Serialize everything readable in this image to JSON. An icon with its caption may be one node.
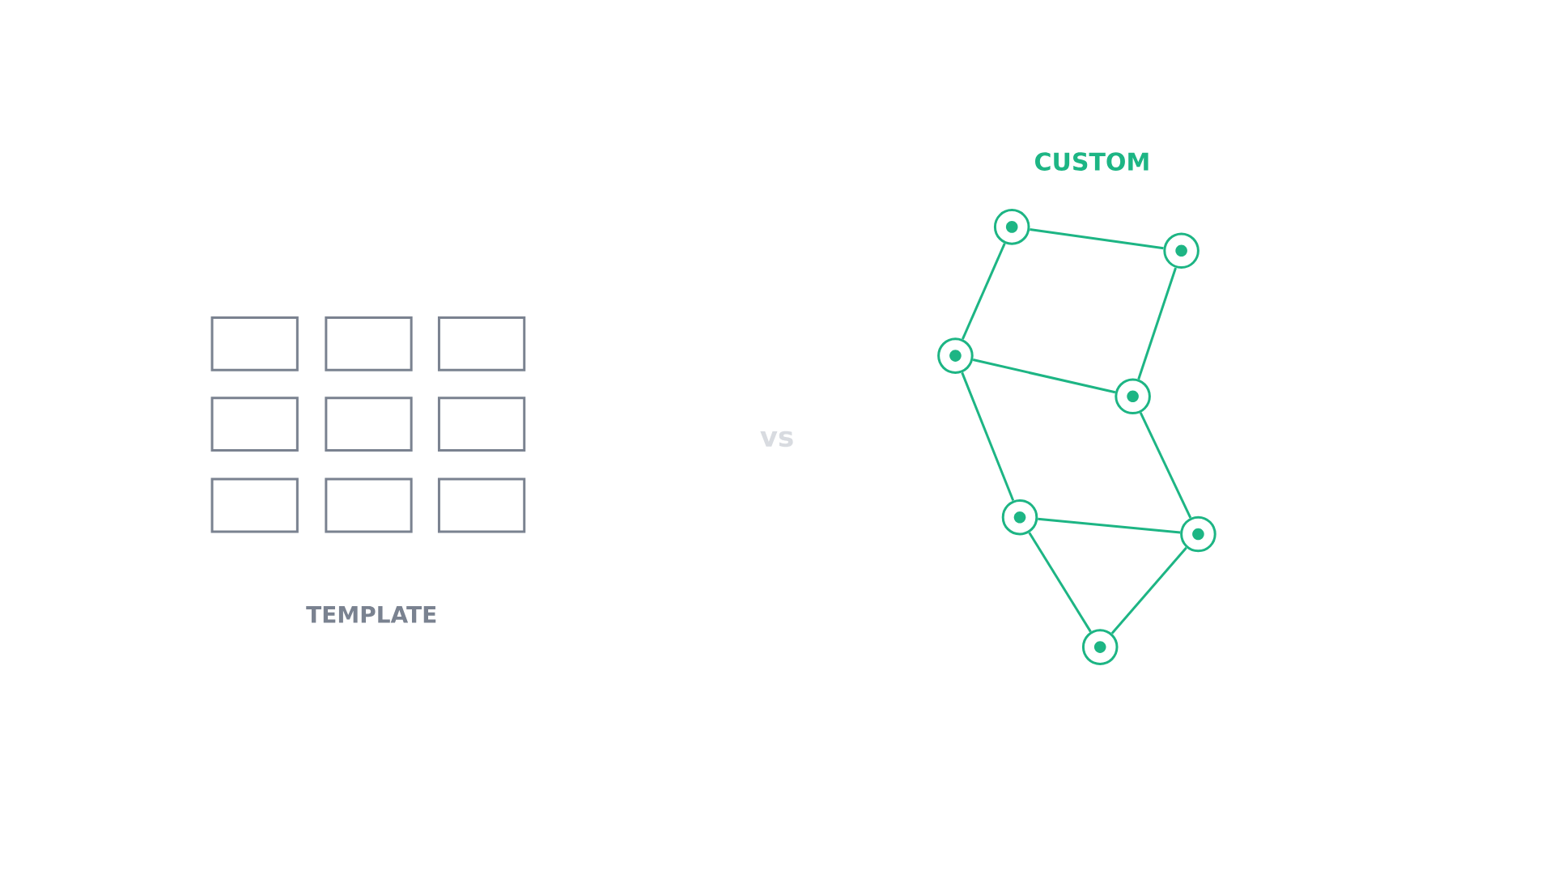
{
  "diagram": {
    "nodes": [
      {
        "text": [],
        "shape": "box"
      },
      {
        "text": [],
        "shape": "box"
      },
      {
        "text": [],
        "shape": "box"
      },
      {
        "text": [],
        "shape": "box"
      },
      {
        "text": [],
        "shape": "box"
      },
      {
        "text": [],
        "shape": "box"
      },
      {
        "text": [],
        "shape": "box"
      },
      {
        "text": [],
        "shape": "box"
      },
      {
        "text": [],
        "shape": "box"
      },
      {
        "text": [],
        "shape": "circle"
      },
      {
        "text": [],
        "shape": "circle"
      },
      {
        "text": [],
        "shape": "circle"
      },
      {
        "text": [],
        "shape": "circle"
      },
      {
        "text": [],
        "shape": "circle"
      },
      {
        "text": [],
        "shape": "circle"
      },
      {
        "text": [],
        "shape": "circle"
      }
    ],
    "edges": [
      {
        "from": 9,
        "to": 10,
        "arrow": "none"
      },
      {
        "from": 9,
        "to": 11,
        "arrow": "none"
      },
      {
        "from": 10,
        "to": 12,
        "arrow": "none"
      },
      {
        "from": 11,
        "to": 12,
        "arrow": "none"
      },
      {
        "from": 11,
        "to": 13,
        "arrow": "none"
      },
      {
        "from": 12,
        "to": 14,
        "arrow": "none"
      },
      {
        "from": 13,
        "to": 14,
        "arrow": "none"
      },
      {
        "from": 13,
        "to": 15,
        "arrow": "none"
      },
      {
        "from": 14,
        "to": 15,
        "arrow": "none"
      }
    ],
    "labels": [
      "CUSTOM",
      "vs",
      "TEMPLATE"
    ]
  }
}
